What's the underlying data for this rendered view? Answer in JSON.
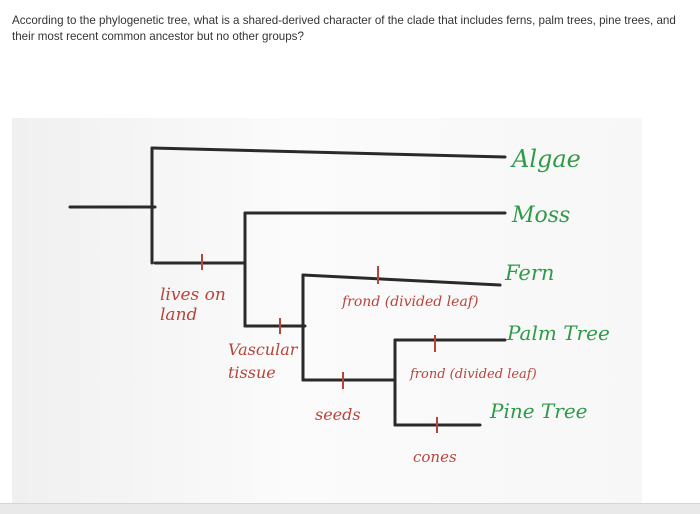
{
  "question": {
    "text": "According to the phylogenetic tree, what is a shared-derived character of the clade that includes ferns, palm trees, pine trees, and their most recent common ancestor but no other groups?"
  },
  "tree": {
    "taxa": [
      "Algae",
      "Moss",
      "Fern",
      "Palm Tree",
      "Pine Tree"
    ],
    "characters": [
      "lives on",
      "land",
      "Vascular",
      "tissue",
      "frond (divided leaf)",
      "frond (divided leaf)",
      "seeds",
      "cones"
    ]
  },
  "colors": {
    "branch": "#2a2a2a",
    "taxon_label": "#2f9a4a",
    "character_label": "#b8453c"
  }
}
